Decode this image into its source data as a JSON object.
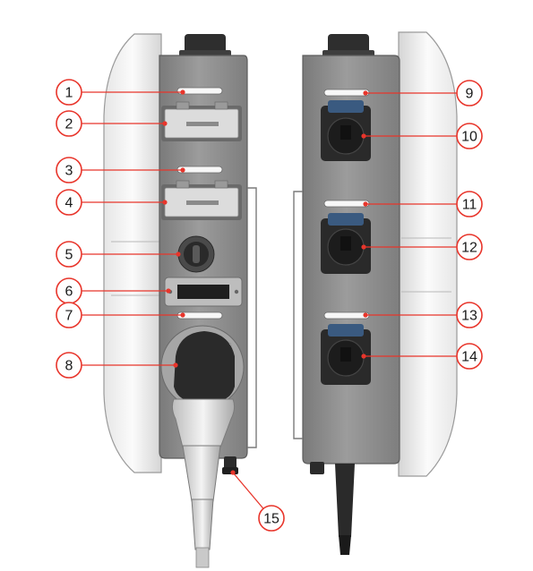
{
  "callouts": [
    {
      "label": "1"
    },
    {
      "label": "2"
    },
    {
      "label": "3"
    },
    {
      "label": "4"
    },
    {
      "label": "5"
    },
    {
      "label": "6"
    },
    {
      "label": "7"
    },
    {
      "label": "8"
    },
    {
      "label": "9"
    },
    {
      "label": "10"
    },
    {
      "label": "11"
    },
    {
      "label": "12"
    },
    {
      "label": "13"
    },
    {
      "label": "14"
    },
    {
      "label": "15"
    }
  ],
  "colors": {
    "callout": "#e8352b",
    "housing": "#8e8e8e",
    "housing_dark": "#6f6f6f",
    "shell": "#ededed",
    "shell_edge": "#9a9a9a",
    "socket": "#2a2a2a"
  }
}
